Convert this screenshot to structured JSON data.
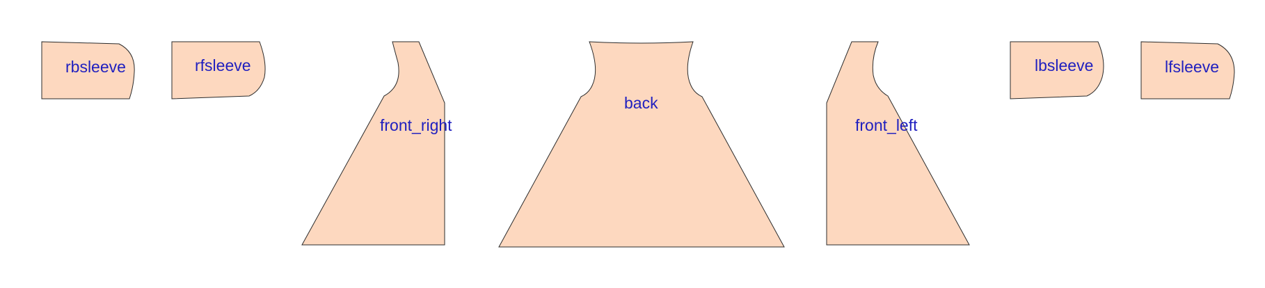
{
  "diagram": {
    "pieces": [
      {
        "id": "rbsleeve",
        "label": "rbsleeve"
      },
      {
        "id": "rfsleeve",
        "label": "rfsleeve"
      },
      {
        "id": "front_right",
        "label": "front_right"
      },
      {
        "id": "back",
        "label": "back"
      },
      {
        "id": "front_left",
        "label": "front_left"
      },
      {
        "id": "lbsleeve",
        "label": "lbsleeve"
      },
      {
        "id": "lfsleeve",
        "label": "lfsleeve"
      }
    ]
  },
  "colors": {
    "piece_fill": "#fdd8bf",
    "outline": "#2b2b2b",
    "label": "#1f1fbf",
    "background": "#ffffff"
  }
}
